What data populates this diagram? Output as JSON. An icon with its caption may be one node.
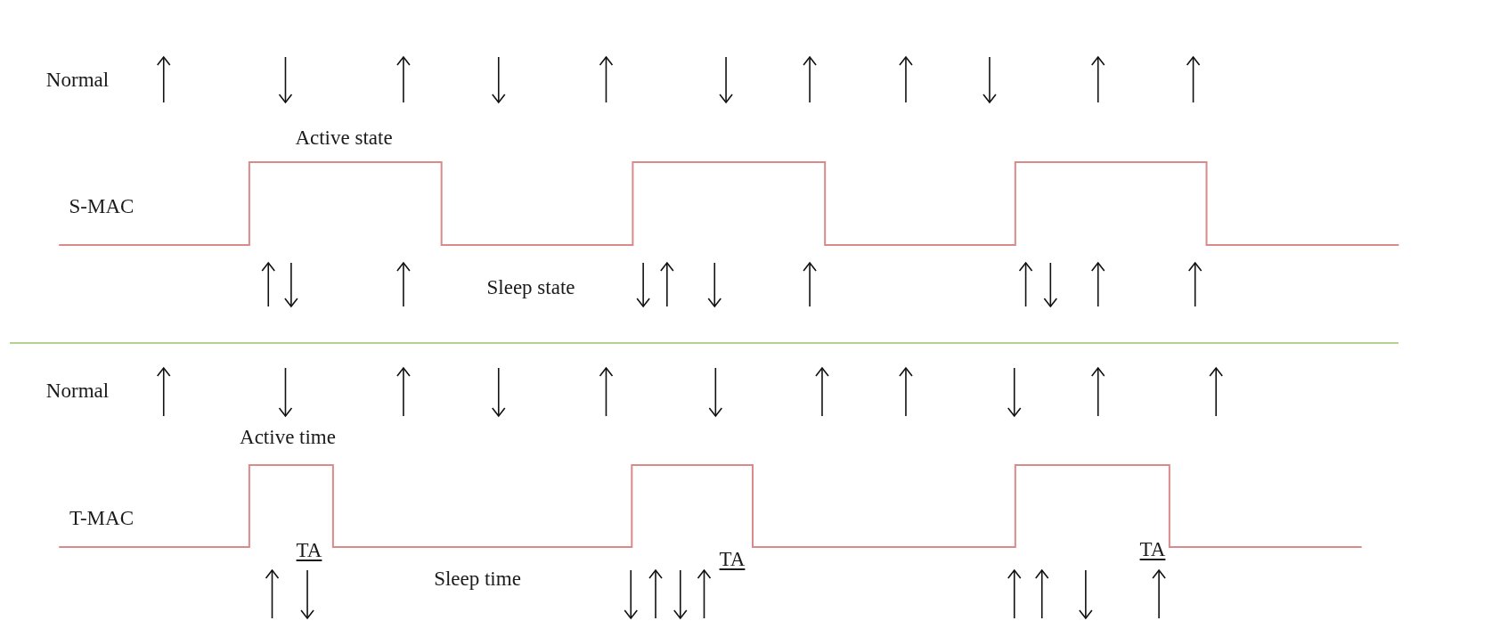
{
  "diagram": {
    "labels": [
      "Normal",
      "Active state",
      "S-MAC",
      "Sleep state",
      "Normal",
      "Active time",
      "T-MAC",
      "TA",
      "Sleep time",
      "TA",
      "TA"
    ]
  }
}
